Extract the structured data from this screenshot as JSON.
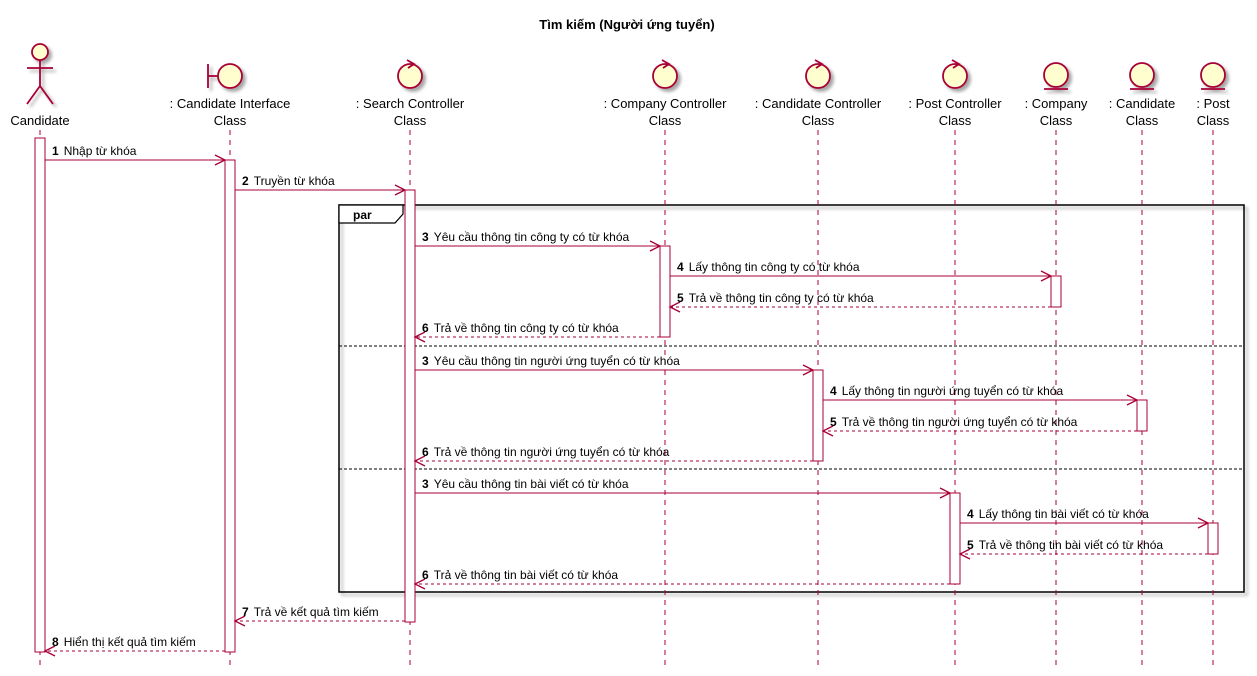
{
  "title": "Tìm kiếm (Người ứng tuyển)",
  "fragment_operator": "par",
  "colors": {
    "participant_fill": "#FEFECE",
    "participant_stroke": "#A80036",
    "line": "#A80036"
  },
  "participants": [
    {
      "icon": "actor-icon",
      "line1": "Candidate",
      "line2": ""
    },
    {
      "icon": "boundary-icon",
      "line1": ": Candidate Interface",
      "line2": "Class"
    },
    {
      "icon": "control-icon",
      "line1": ": Search Controller",
      "line2": "Class"
    },
    {
      "icon": "control-icon",
      "line1": ": Company Controller",
      "line2": "Class"
    },
    {
      "icon": "control-icon",
      "line1": ": Candidate Controller",
      "line2": "Class"
    },
    {
      "icon": "control-icon",
      "line1": ": Post Controller",
      "line2": "Class"
    },
    {
      "icon": "entity-icon",
      "line1": ": Company",
      "line2": "Class"
    },
    {
      "icon": "entity-icon",
      "line1": ": Candidate",
      "line2": "Class"
    },
    {
      "icon": "entity-icon",
      "line1": ": Post",
      "line2": "Class"
    }
  ],
  "messages": [
    {
      "num": "1",
      "text": "Nhập từ khóa"
    },
    {
      "num": "2",
      "text": "Truyền từ khóa"
    },
    {
      "num": "3",
      "text": "Yêu cầu thông tin công ty có từ khóa"
    },
    {
      "num": "4",
      "text": "Lấy thông tin công ty có từ khóa"
    },
    {
      "num": "5",
      "text": "Trả về thông tin công ty có từ khóa"
    },
    {
      "num": "6",
      "text": "Trả về thông tin công ty có từ khóa"
    },
    {
      "num": "3",
      "text": "Yêu cầu thông tin người ứng tuyển có từ khóa"
    },
    {
      "num": "4",
      "text": "Lấy thông tin người ứng tuyển có từ khóa"
    },
    {
      "num": "5",
      "text": "Trả về thông tin người ứng tuyển có từ khóa"
    },
    {
      "num": "6",
      "text": "Trả về thông tin người ứng tuyển có từ khóa"
    },
    {
      "num": "3",
      "text": "Yêu cầu thông tin bài viết có từ khóa"
    },
    {
      "num": "4",
      "text": "Lấy thông tin bài viết có từ khóa"
    },
    {
      "num": "5",
      "text": "Trả về thông tin bài viết có từ khóa"
    },
    {
      "num": "6",
      "text": "Trả về thông tin bài viết có từ khóa"
    },
    {
      "num": "7",
      "text": "Trả về kết quả tìm kiếm"
    },
    {
      "num": "8",
      "text": "Hiển thị kết quả tìm kiếm"
    }
  ]
}
